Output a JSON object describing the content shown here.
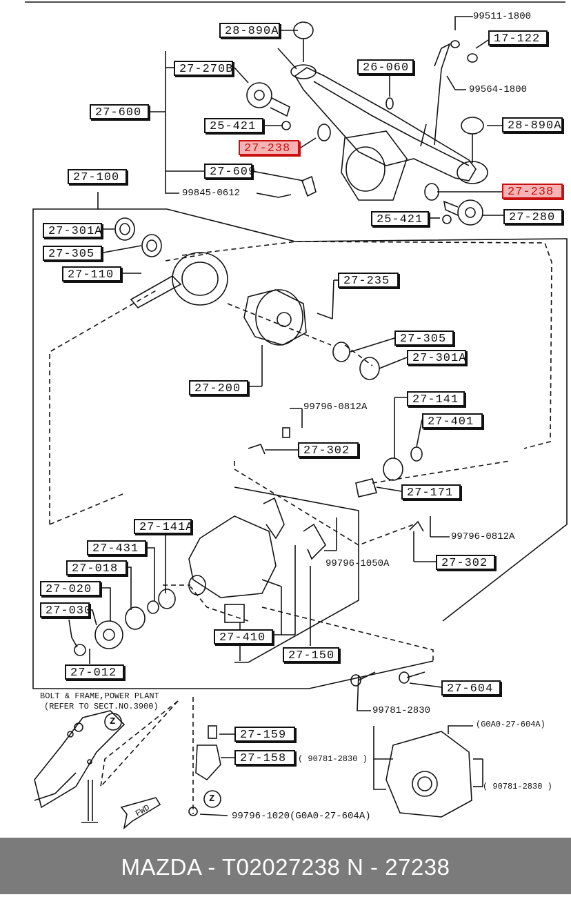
{
  "labels": {
    "l_28890a_top": "28-890A",
    "l_27270b": "27-270B",
    "l_27600": "27-600",
    "l_25421_top": "25-421",
    "l_27238_left": "27-238",
    "l_27609": "27-609",
    "l_27100": "27-100",
    "l_26060": "26-060",
    "l_17122": "17-122",
    "l_28890a_right": "28-890A",
    "l_27238_right": "27-238",
    "l_25421_right": "25-421",
    "l_27280": "27-280",
    "l_27301a_left": "27-301A",
    "l_27305_left": "27-305",
    "l_27110": "27-110",
    "l_27235": "27-235",
    "l_27305_right": "27-305",
    "l_27301a_right": "27-301A",
    "l_27200": "27-200",
    "l_27141": "27-141",
    "l_27401": "27-401",
    "l_27302_top": "27-302",
    "l_27171": "27-171",
    "l_27141a": "27-141A",
    "l_27431": "27-431",
    "l_27018": "27-018",
    "l_27020": "27-020",
    "l_27030": "27-030",
    "l_27012": "27-012",
    "l_27302_right": "27-302",
    "l_27410": "27-410",
    "l_27150": "27-150",
    "l_27604": "27-604",
    "l_27159": "27-159",
    "l_27158": "27-158"
  },
  "texts": {
    "t_99511": "99511-1800",
    "t_99564": "99564-1800",
    "t_99845": "99845-0612",
    "t_99796_0812a_top": "99796-0812A",
    "t_99796_0812a_right": "99796-0812A",
    "t_99796_1050a": "99796-1050A",
    "t_99781": "99781-2830",
    "t_bolt_frame": "BOLT & FRAME,POWER PLANT",
    "t_refer": "(REFER TO SECT.NO.3900)",
    "t_90781_a": "( 90781-2830  )",
    "t_90781_b": "( 90781-2830 )",
    "t_g0a0_a": "(G0A0-27-604A)",
    "t_99796_1020": "99796-1020(G0A0-27-604A)",
    "t_fwd": "FWD",
    "t_z1": "Z",
    "t_z2": "Z"
  },
  "highlight_color": "#c81010",
  "footer": {
    "text": "MAZDA - T02027238     N - 27238",
    "background": "#7b7b7b"
  }
}
